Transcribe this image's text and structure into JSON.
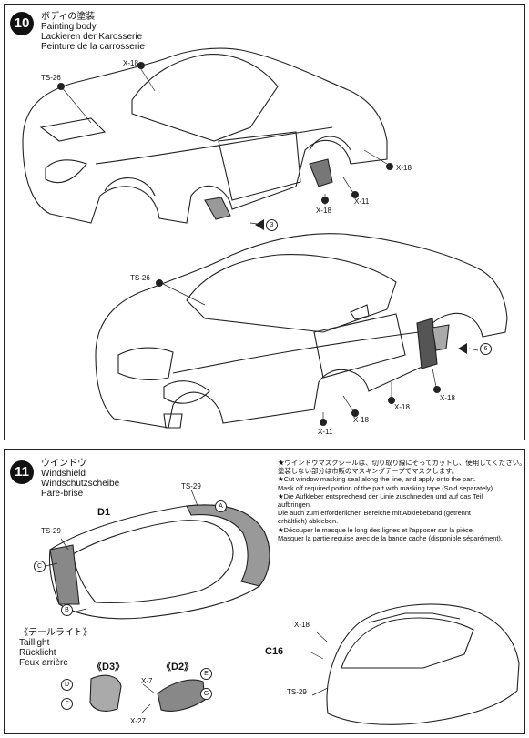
{
  "step10": {
    "number": "10",
    "title_jp": "ボディの塗装",
    "title_en": "Painting body",
    "title_de": "Lackieren der Karosserie",
    "title_fr": "Peinture de la carrosserie",
    "labels": {
      "ts26_a": "TS-26",
      "x18_a": "X-18",
      "x18_b": "X-18",
      "x11_a": "X-11",
      "x18_c": "X-18",
      "step_ref_3": "3",
      "ts26_b": "TS-26",
      "step_ref_6": "6",
      "x18_d": "X-18",
      "x18_e": "X-18",
      "x18_f": "X-18",
      "x11_b": "X-11"
    }
  },
  "step11": {
    "number": "11",
    "title_jp": "ウインドウ",
    "title_en": "Windshield",
    "title_de": "Windschutzscheibe",
    "title_fr": "Pare-brise",
    "taillight_jp": "《テールライト》",
    "taillight_en": "Taillight",
    "taillight_de": "Rücklicht",
    "taillight_fr": "Feux arrière",
    "notes": [
      "★ウインドウマスクシールは、切り取り線にそってカットし、使用してください。",
      "塗装しない部分は市販のマスキングテープでマスクします。",
      "★Cut window masking seal along the line, and apply onto the part.",
      "Mask off required portion of the part with masking tape (Sold separately).",
      "★Die Aufkleber entsprechend der Linie zuschneiden und auf das Teil",
      "aufbringen.",
      "Die auch zum erforderlichen Bereiche mit Abklebeband (getrennt",
      "erhältlich) abkleben.",
      "★Découper le masque le long des lignes et l'apposer sur la pièce.",
      "Masquer la partie requise avec de la bande cache (disponible séparément)."
    ],
    "labels": {
      "d1": "D1",
      "ts29_a": "TS-29",
      "ts29_b": "TS-29",
      "a": "A",
      "c": "C",
      "b": "B",
      "d3": "《D3》",
      "d2": "《D2》",
      "x7": "X-7",
      "x27": "X-27",
      "d": "D",
      "f": "F",
      "e": "E",
      "g": "G",
      "x18": "X-18",
      "c16": "C16",
      "ts29_c": "TS-29"
    }
  }
}
